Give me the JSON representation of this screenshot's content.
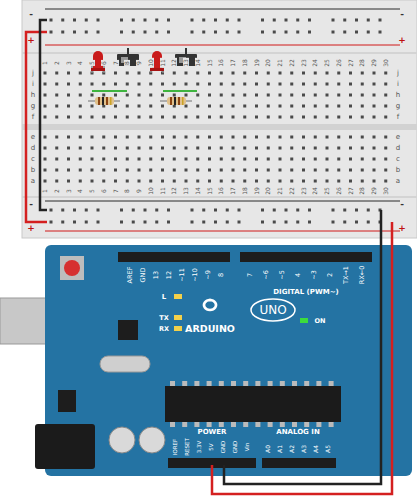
{
  "diagram": {
    "labels": [
      "1",
      "2",
      "3",
      "4",
      "5",
      "6",
      "7",
      "8",
      "9",
      "10",
      "11",
      "12",
      "13",
      "14",
      "15",
      "16",
      "17",
      "18",
      "19",
      "20",
      "21",
      "22",
      "23",
      "24",
      "25",
      "26",
      "27",
      "28",
      "29",
      "30",
      "1",
      "2",
      "3",
      "4",
      "5",
      "6",
      "7",
      "8",
      "9",
      "10",
      "11",
      "12",
      "13",
      "14",
      "15",
      "16",
      "17",
      "18",
      "19",
      "20",
      "21",
      "22",
      "23",
      "24",
      "25",
      "26",
      "27",
      "28",
      "29",
      "30",
      "j",
      "i",
      "h",
      "g",
      "f",
      "e",
      "d",
      "c",
      "b",
      "a",
      "j",
      "i",
      "h",
      "g",
      "f",
      "e",
      "d",
      "c",
      "b",
      "a",
      "-",
      "+",
      "-",
      "+",
      "-",
      "+",
      "-",
      "+",
      "AREF",
      "GND",
      "13",
      "12",
      "~11",
      "~10",
      "~9",
      "8",
      "7",
      "~6",
      "~5",
      "4",
      "~3",
      "2",
      "TX→1",
      "RX←0",
      "DIGITAL (PWM~)",
      "L",
      "TX",
      "RX",
      "ARDUINO",
      "UNO",
      "ON",
      "IOREF",
      "RESET",
      "3.3V",
      "5V",
      "GND",
      "GND",
      "Vin",
      "POWER",
      "A0",
      "A1",
      "A2",
      "A3",
      "A4",
      "A5",
      "ANALOG IN"
    ]
  }
}
